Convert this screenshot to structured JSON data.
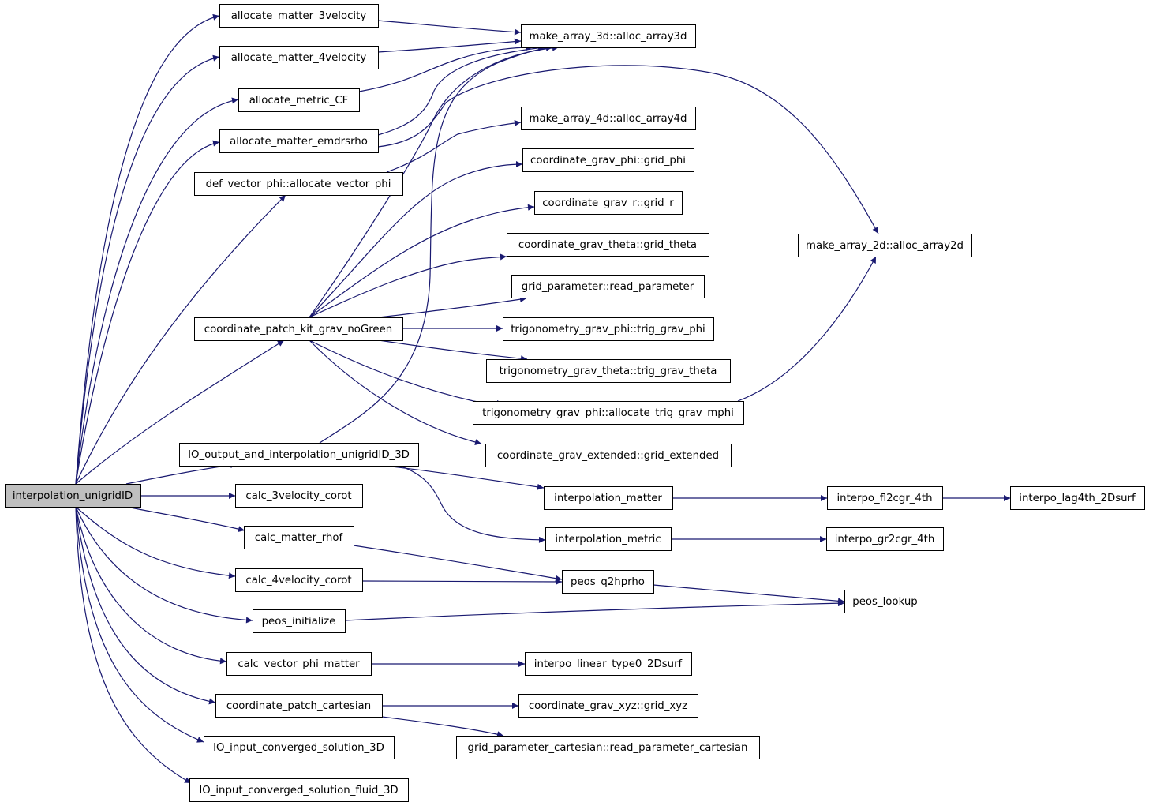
{
  "graph": {
    "root": "interpolation_unigridID",
    "nodes": [
      {
        "id": "root",
        "label": "interpolation_unigridID",
        "root": true
      },
      {
        "id": "am3v",
        "label": "allocate_matter_3velocity"
      },
      {
        "id": "am4v",
        "label": "allocate_matter_4velocity"
      },
      {
        "id": "amcf",
        "label": "allocate_metric_CF"
      },
      {
        "id": "amem",
        "label": "allocate_matter_emdrsrho"
      },
      {
        "id": "dvap",
        "label": "def_vector_phi::allocate_vector_phi"
      },
      {
        "id": "cpkg",
        "label": "coordinate_patch_kit_grav_noGreen"
      },
      {
        "id": "iout",
        "label": "IO_output_and_interpolation_unigridID_3D"
      },
      {
        "id": "c3vc",
        "label": "calc_3velocity_corot"
      },
      {
        "id": "cmrh",
        "label": "calc_matter_rhof"
      },
      {
        "id": "c4vc",
        "label": "calc_4velocity_corot"
      },
      {
        "id": "pini",
        "label": "peos_initialize"
      },
      {
        "id": "cvpm",
        "label": "calc_vector_phi_matter"
      },
      {
        "id": "cpca",
        "label": "coordinate_patch_cartesian"
      },
      {
        "id": "iics",
        "label": "IO_input_converged_solution_3D"
      },
      {
        "id": "iicf",
        "label": "IO_input_converged_solution_fluid_3D"
      },
      {
        "id": "ma3d",
        "label": "make_array_3d::alloc_array3d"
      },
      {
        "id": "ma4d",
        "label": "make_array_4d::alloc_array4d"
      },
      {
        "id": "cgph",
        "label": "coordinate_grav_phi::grid_phi"
      },
      {
        "id": "cgr",
        "label": "coordinate_grav_r::grid_r"
      },
      {
        "id": "cgth",
        "label": "coordinate_grav_theta::grid_theta"
      },
      {
        "id": "gprp",
        "label": "grid_parameter::read_parameter"
      },
      {
        "id": "tgph",
        "label": "trigonometry_grav_phi::trig_grav_phi"
      },
      {
        "id": "tgth",
        "label": "trigonometry_grav_theta::trig_grav_theta"
      },
      {
        "id": "tgam",
        "label": "trigonometry_grav_phi::allocate_trig_grav_mphi"
      },
      {
        "id": "cgex",
        "label": "coordinate_grav_extended::grid_extended"
      },
      {
        "id": "ma2d",
        "label": "make_array_2d::alloc_array2d"
      },
      {
        "id": "imat",
        "label": "interpolation_matter"
      },
      {
        "id": "imet",
        "label": "interpolation_metric"
      },
      {
        "id": "ifl2",
        "label": "interpo_fl2cgr_4th"
      },
      {
        "id": "igr2",
        "label": "interpo_gr2cgr_4th"
      },
      {
        "id": "ilag",
        "label": "interpo_lag4th_2Dsurf"
      },
      {
        "id": "pq2h",
        "label": "peos_q2hprho"
      },
      {
        "id": "plku",
        "label": "peos_lookup"
      },
      {
        "id": "ilt0",
        "label": "interpo_linear_type0_2Dsurf"
      },
      {
        "id": "cgxyz",
        "label": "coordinate_grav_xyz::grid_xyz"
      },
      {
        "id": "gprc",
        "label": "grid_parameter_cartesian::read_parameter_cartesian"
      }
    ],
    "edges": [
      {
        "from": "root",
        "to": "am3v"
      },
      {
        "from": "root",
        "to": "am4v"
      },
      {
        "from": "root",
        "to": "amcf"
      },
      {
        "from": "root",
        "to": "amem"
      },
      {
        "from": "root",
        "to": "dvap"
      },
      {
        "from": "root",
        "to": "cpkg"
      },
      {
        "from": "root",
        "to": "iout"
      },
      {
        "from": "root",
        "to": "c3vc"
      },
      {
        "from": "root",
        "to": "cmrh"
      },
      {
        "from": "root",
        "to": "c4vc"
      },
      {
        "from": "root",
        "to": "pini"
      },
      {
        "from": "root",
        "to": "cvpm"
      },
      {
        "from": "root",
        "to": "cpca"
      },
      {
        "from": "root",
        "to": "iics"
      },
      {
        "from": "root",
        "to": "iicf"
      },
      {
        "from": "am3v",
        "to": "ma3d"
      },
      {
        "from": "am4v",
        "to": "ma3d"
      },
      {
        "from": "amcf",
        "to": "ma3d"
      },
      {
        "from": "amem",
        "to": "ma3d"
      },
      {
        "from": "amem",
        "to": "ma2d"
      },
      {
        "from": "dvap",
        "to": "ma4d"
      },
      {
        "from": "cpkg",
        "to": "ma3d"
      },
      {
        "from": "cpkg",
        "to": "cgph"
      },
      {
        "from": "cpkg",
        "to": "cgr"
      },
      {
        "from": "cpkg",
        "to": "cgth"
      },
      {
        "from": "cpkg",
        "to": "gprp"
      },
      {
        "from": "cpkg",
        "to": "tgph"
      },
      {
        "from": "cpkg",
        "to": "tgth"
      },
      {
        "from": "cpkg",
        "to": "tgam"
      },
      {
        "from": "cpkg",
        "to": "cgex"
      },
      {
        "from": "tgam",
        "to": "ma2d"
      },
      {
        "from": "iout",
        "to": "ma3d"
      },
      {
        "from": "iout",
        "to": "imat"
      },
      {
        "from": "iout",
        "to": "imet"
      },
      {
        "from": "imat",
        "to": "ifl2"
      },
      {
        "from": "ifl2",
        "to": "ilag"
      },
      {
        "from": "imet",
        "to": "igr2"
      },
      {
        "from": "cmrh",
        "to": "pq2h"
      },
      {
        "from": "c4vc",
        "to": "pq2h"
      },
      {
        "from": "pq2h",
        "to": "plku"
      },
      {
        "from": "pini",
        "to": "plku"
      },
      {
        "from": "cvpm",
        "to": "ilt0"
      },
      {
        "from": "cpca",
        "to": "cgxyz"
      },
      {
        "from": "cpca",
        "to": "gprc"
      }
    ]
  }
}
